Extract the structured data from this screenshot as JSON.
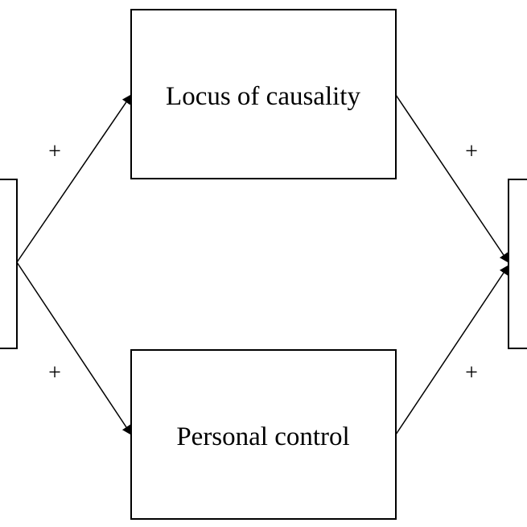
{
  "diagram": {
    "nodes": {
      "left": {
        "label": ""
      },
      "top": {
        "label": "Locus of causality"
      },
      "bottom": {
        "label": "Personal control"
      },
      "right": {
        "label": ""
      }
    },
    "edges": [
      {
        "from": "left",
        "to": "top",
        "sign": "+"
      },
      {
        "from": "left",
        "to": "bottom",
        "sign": "+"
      },
      {
        "from": "top",
        "to": "right",
        "sign": "+"
      },
      {
        "from": "bottom",
        "to": "right",
        "sign": "+"
      }
    ],
    "colors": {
      "stroke": "#000000",
      "background": "#ffffff"
    }
  }
}
